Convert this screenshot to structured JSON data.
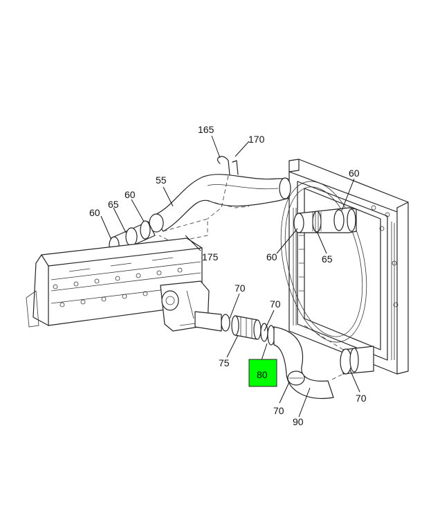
{
  "callouts": [
    {
      "id": "c165",
      "label": "165"
    },
    {
      "id": "c170",
      "label": "170"
    },
    {
      "id": "c55",
      "label": "55"
    },
    {
      "id": "c60a",
      "label": "60"
    },
    {
      "id": "c65a",
      "label": "65"
    },
    {
      "id": "c60b",
      "label": "60"
    },
    {
      "id": "c175",
      "label": "175"
    },
    {
      "id": "c60c",
      "label": "60"
    },
    {
      "id": "c60d",
      "label": "60"
    },
    {
      "id": "c65b",
      "label": "65"
    },
    {
      "id": "c70a",
      "label": "70"
    },
    {
      "id": "c70b",
      "label": "70"
    },
    {
      "id": "c75",
      "label": "75"
    },
    {
      "id": "c80",
      "label": "80"
    },
    {
      "id": "c70c",
      "label": "70"
    },
    {
      "id": "c70d",
      "label": "70"
    },
    {
      "id": "c90",
      "label": "90"
    }
  ],
  "highlight": {
    "label_id": "c80",
    "color": "#00ff00"
  }
}
